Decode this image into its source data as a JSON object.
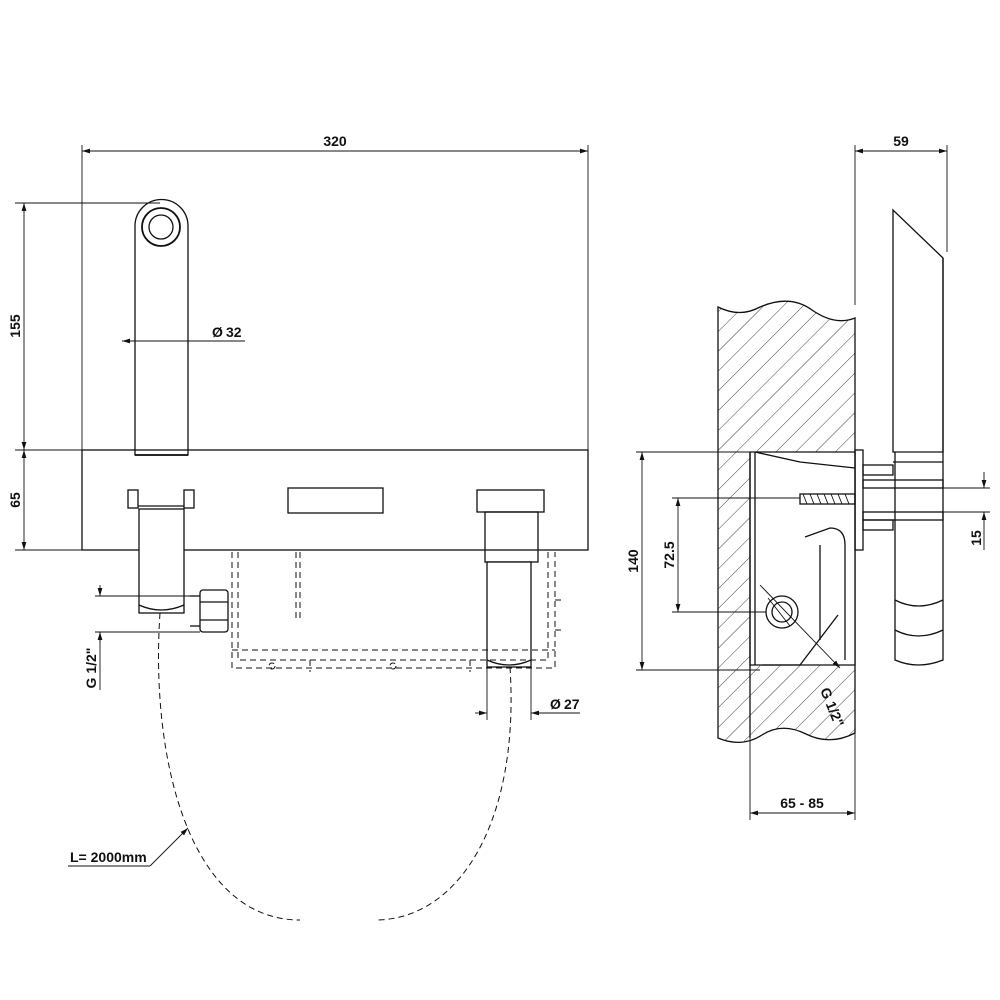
{
  "front_view": {
    "width": "320",
    "height_upper": "155",
    "height_lower": "65",
    "diameter_spout": "32",
    "diameter_handle": "27",
    "thread": "G 1/2\"",
    "hose_length": "L= 2000mm",
    "diameter_symbol": "Ø"
  },
  "side_view": {
    "depth_top": "59",
    "height_total": "140",
    "height_offset": "72.5",
    "offset_small": "15",
    "wall_depth": "65 - 85",
    "thread": "G 1/2\""
  }
}
